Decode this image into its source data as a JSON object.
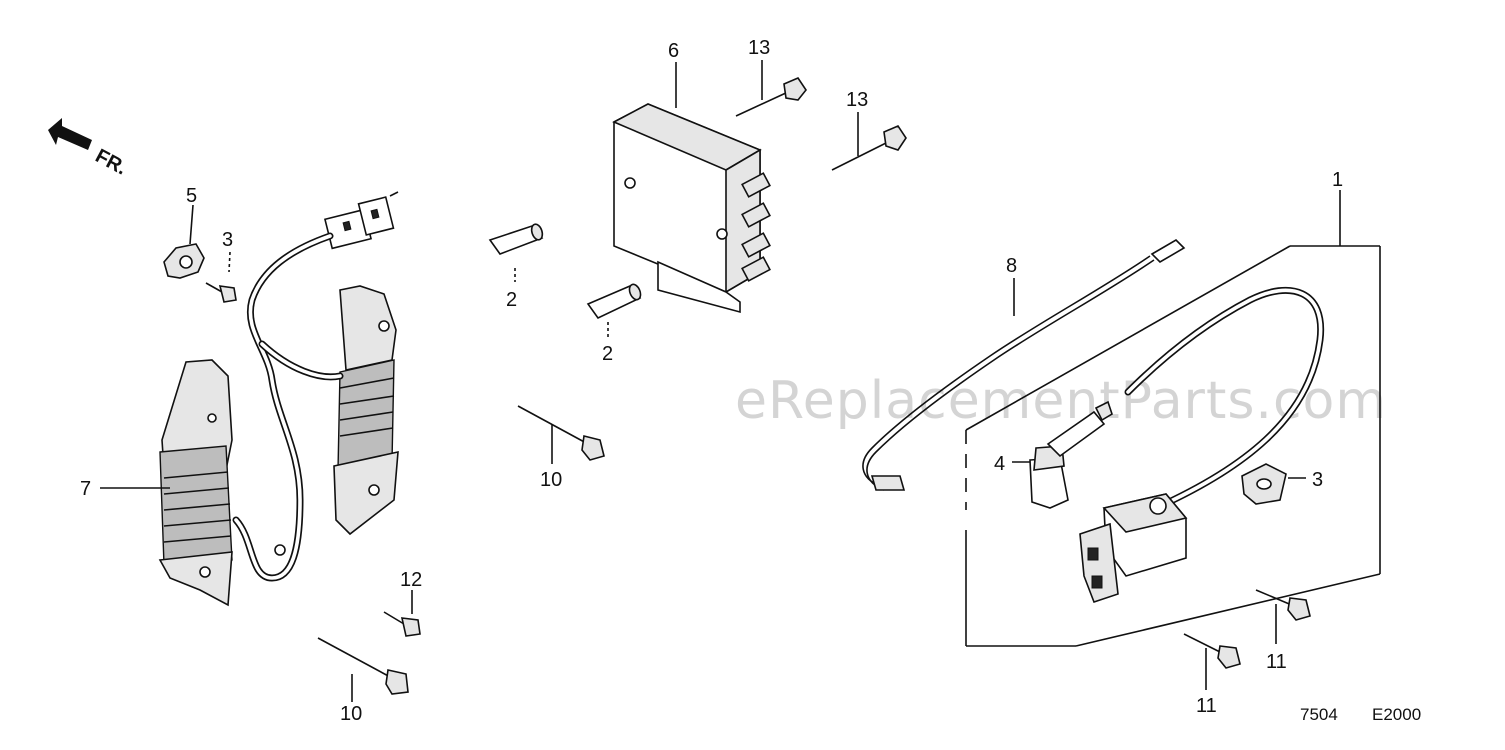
{
  "diagram": {
    "watermark": "eReplacementParts.com",
    "direction_label": "FR.",
    "diagram_code": "7504",
    "diagram_ref": "E2000",
    "callouts": {
      "c1": "1",
      "c2a": "2",
      "c2b": "2",
      "c3a": "3",
      "c3b": "3",
      "c4": "4",
      "c5": "5",
      "c6": "6",
      "c7": "7",
      "c8": "8",
      "c10a": "10",
      "c10b": "10",
      "c11a": "11",
      "c11b": "11",
      "c12": "12",
      "c13a": "13",
      "c13b": "13"
    }
  }
}
